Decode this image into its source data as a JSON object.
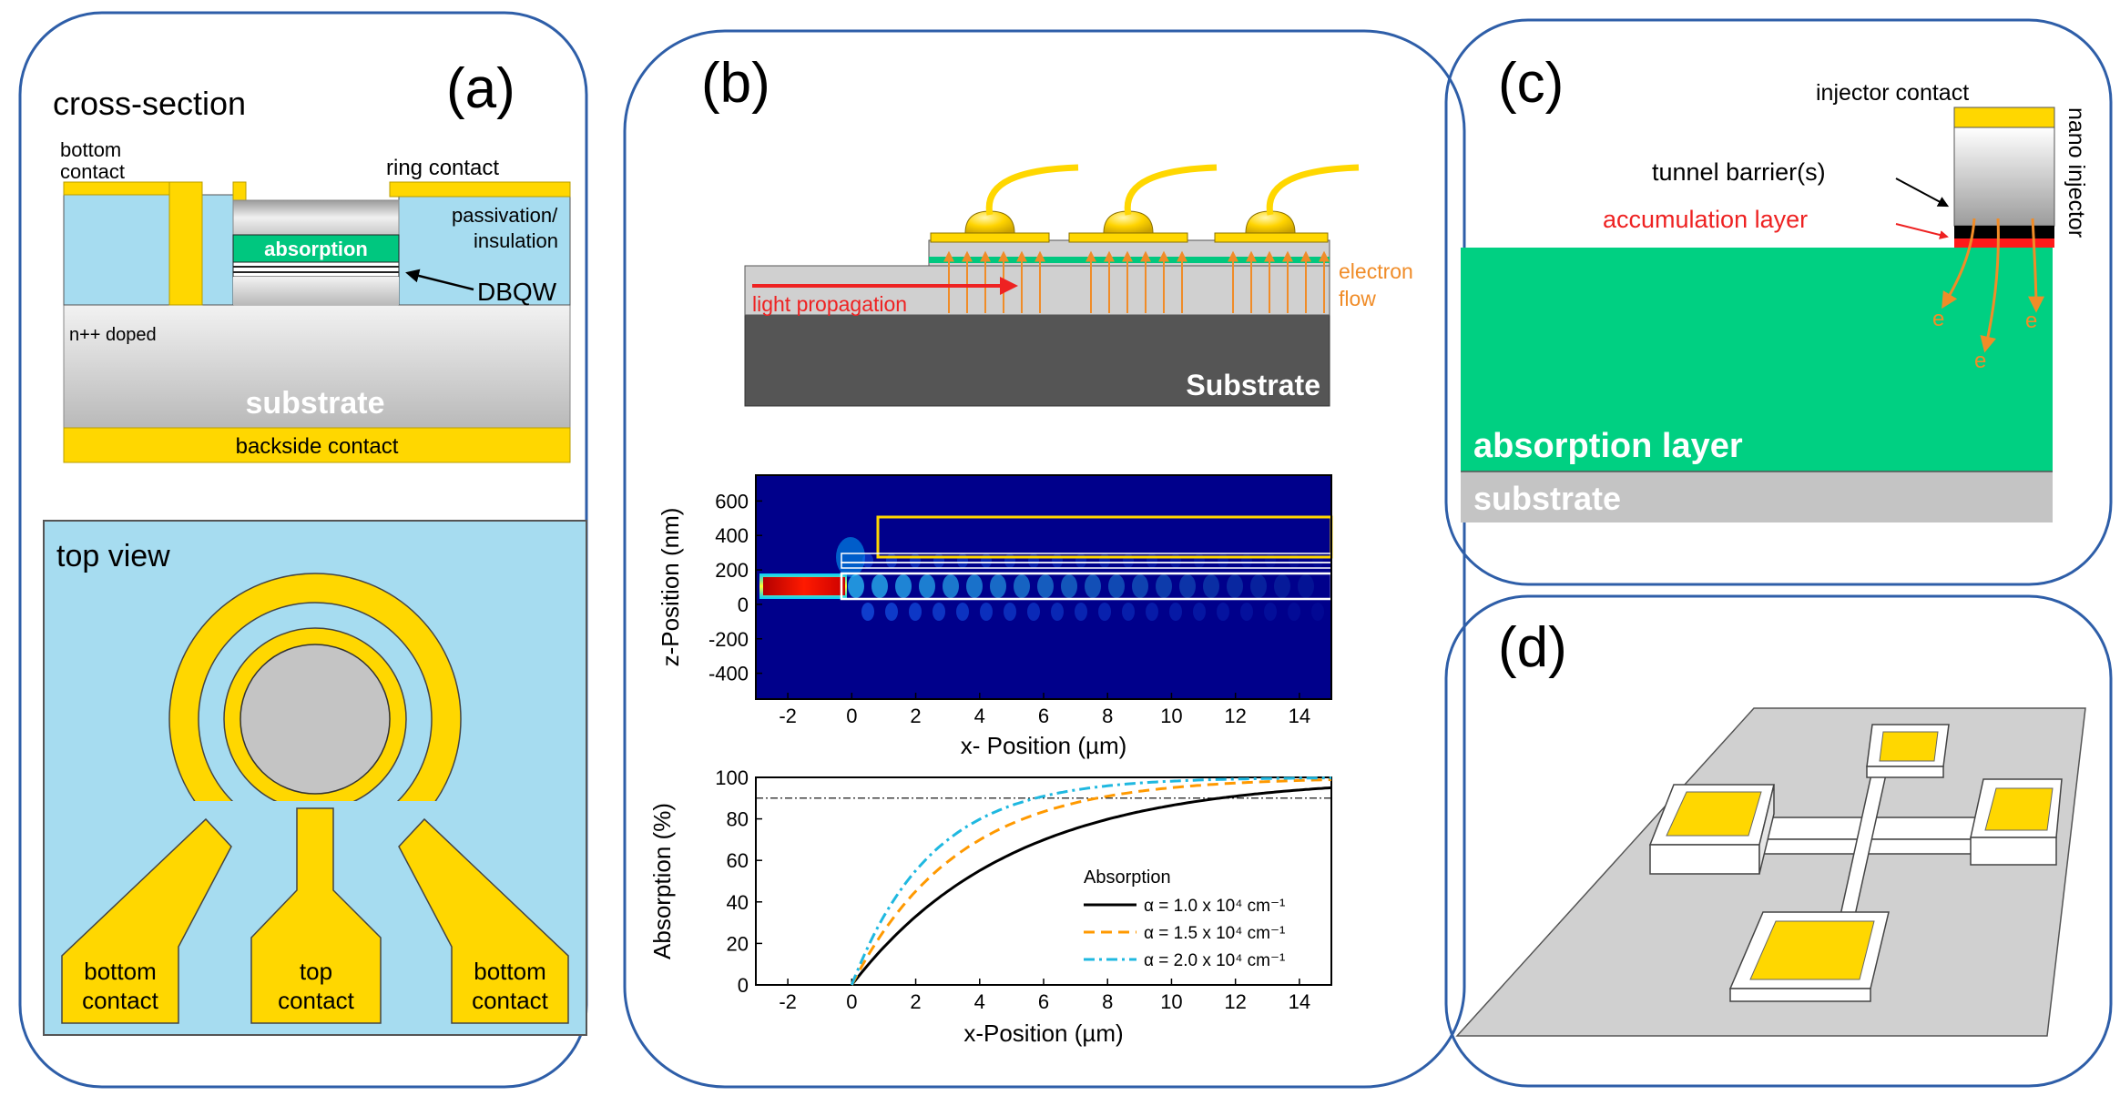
{
  "panel_a": {
    "label": "(a)",
    "cross_section_title": "cross-section",
    "bottom_contact_1": "bottom",
    "bottom_contact_2": "contact",
    "ring_contact": "ring contact",
    "passivation_1": "passivation/",
    "passivation_2": "insulation",
    "absorption": "absorption",
    "dbqw": "DBQW",
    "n_doped": "n++ doped",
    "substrate": "substrate",
    "backside_contact": "backside contact",
    "top_view_title": "top view",
    "tv_left_1": "bottom",
    "tv_left_2": "contact",
    "tv_mid_1": "top",
    "tv_mid_2": "contact",
    "tv_right_1": "bottom",
    "tv_right_2": "contact"
  },
  "panel_b": {
    "label": "(b)",
    "light_propagation": "light propagation",
    "electron_flow_1": "electron",
    "electron_flow_2": "flow",
    "substrate": "Substrate"
  },
  "panel_c": {
    "label": "(c)",
    "injector_contact": "injector contact",
    "tunnel_barriers": "tunnel barrier(s)",
    "accumulation_layer": "accumulation layer",
    "nano_injector": "nano injector",
    "e_label": "e",
    "absorption_layer": "absorption layer",
    "substrate": "substrate"
  },
  "panel_d": {
    "label": "(d)"
  },
  "chart_data": [
    {
      "type": "heatmap",
      "xlabel": "x- Position (µm)",
      "ylabel": "z-Position (nm)",
      "xlim": [
        -3,
        15
      ],
      "ylim": [
        -550,
        750
      ],
      "xticks": [
        -2,
        0,
        2,
        4,
        6,
        8,
        10,
        12,
        14
      ],
      "yticks": [
        600,
        400,
        200,
        0,
        -200,
        -400
      ]
    },
    {
      "type": "line",
      "xlabel": "x-Position (µm)",
      "ylabel": "Absorption (%)",
      "xlim": [
        -3,
        15
      ],
      "ylim": [
        0,
        100
      ],
      "xticks": [
        -2,
        0,
        2,
        4,
        6,
        8,
        10,
        12,
        14
      ],
      "yticks": [
        0,
        20,
        40,
        60,
        80,
        100
      ],
      "reference_line": 90,
      "legend_title": "Absorption",
      "legend_placement": "bottom-right",
      "series": [
        {
          "name": "α = 1.0 x 10⁴ cm⁻¹",
          "alpha": 1.0,
          "color": "#000000",
          "dash": "solid"
        },
        {
          "name": "α = 1.5 x 10⁴ cm⁻¹",
          "alpha": 1.5,
          "color": "#ff9900",
          "dash": "dashed"
        },
        {
          "name": "α = 2.0 x 10⁴ cm⁻¹",
          "alpha": 2.0,
          "color": "#1fb8e0",
          "dash": "dashdot"
        }
      ]
    }
  ]
}
